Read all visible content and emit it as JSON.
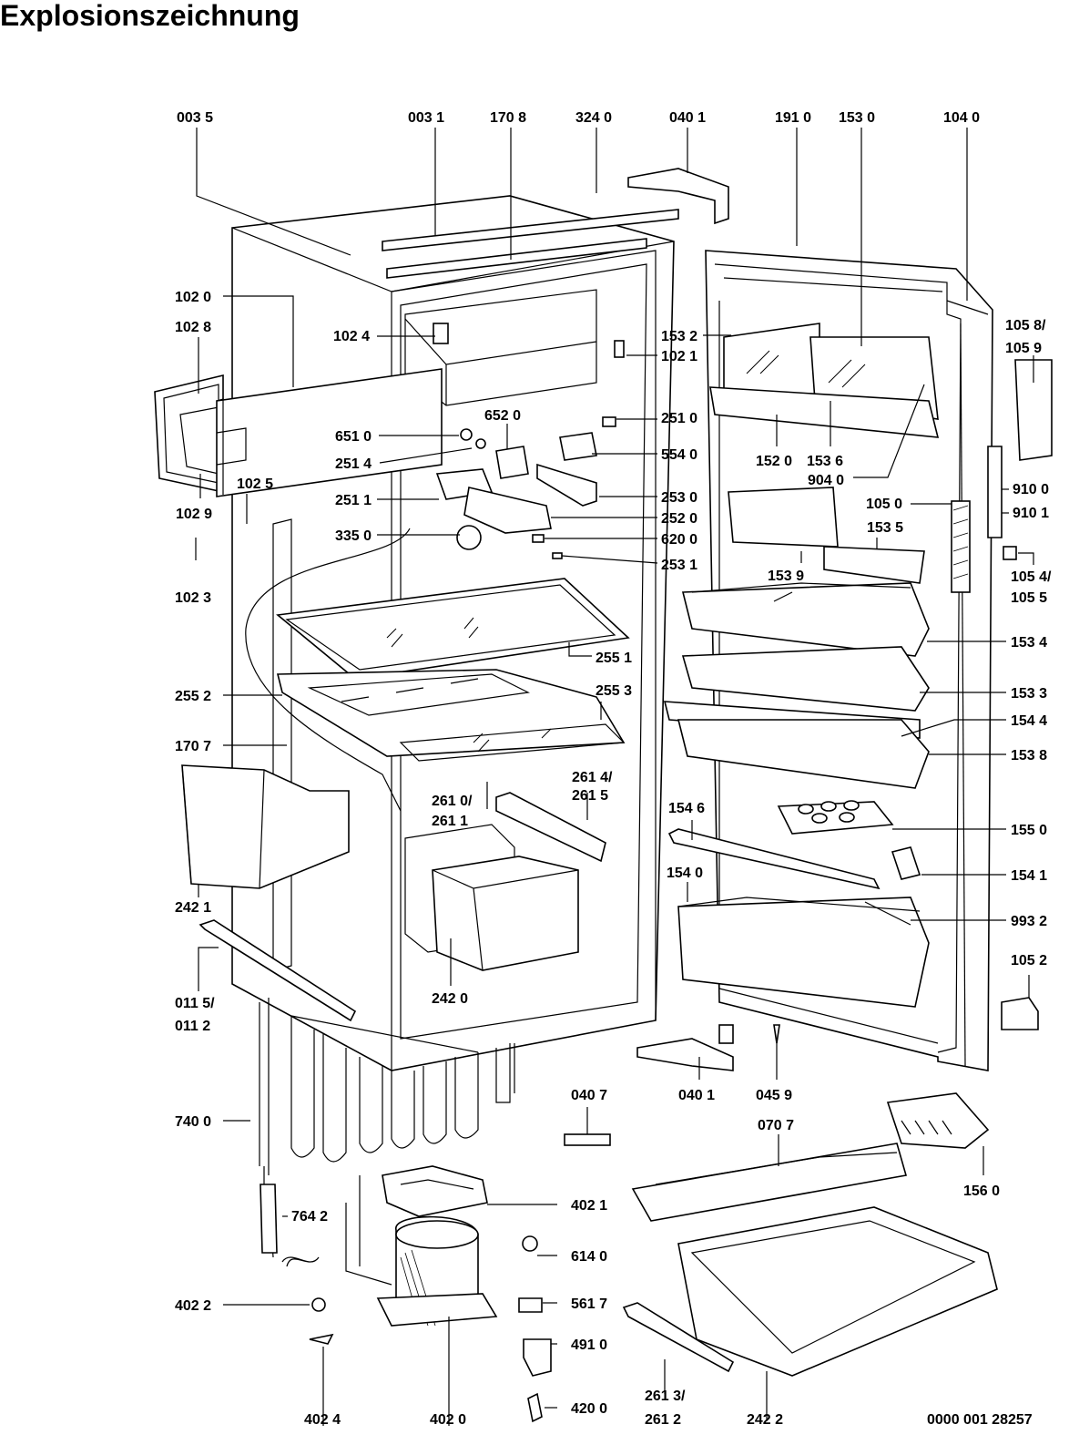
{
  "title": "Explosionszeichnung",
  "doc_number": "0000 001 28257",
  "part_labels": [
    "003 5",
    "003 1",
    "170 8",
    "324 0",
    "040 1",
    "191 0",
    "153 0",
    "104 0",
    "102 0",
    "102 8",
    "102 4",
    "153 2",
    "102 1",
    "105 8/",
    "105 9",
    "651 0",
    "652 0",
    "251 0",
    "554 0",
    "251 4",
    "152 0",
    "153 6",
    "904 0",
    "102 5",
    "251 1",
    "253 0",
    "105 0",
    "910 0",
    "910 1",
    "102 9",
    "252 0",
    "335 0",
    "620 0",
    "153 5",
    "105 4/",
    "105 5",
    "253 1",
    "153 9",
    "102 3",
    "255 1",
    "153 4",
    "255 2",
    "255 3",
    "153 3",
    "154 4",
    "170 7",
    "153 8",
    "261 4/",
    "261 5",
    "261 0/",
    "261 1",
    "154 6",
    "155 0",
    "154 1",
    "154 0",
    "242 1",
    "993 2",
    "242 0",
    "011 5/",
    "011 2",
    "105 2",
    "040 1",
    "045 9",
    "040 7",
    "070 7",
    "740 0",
    "156 0",
    "402 1",
    "764 2",
    "614 0",
    "402 2",
    "561 7",
    "491 0",
    "261 3/",
    "261 2",
    "402 4",
    "402 0",
    "420 0",
    "242 2"
  ]
}
